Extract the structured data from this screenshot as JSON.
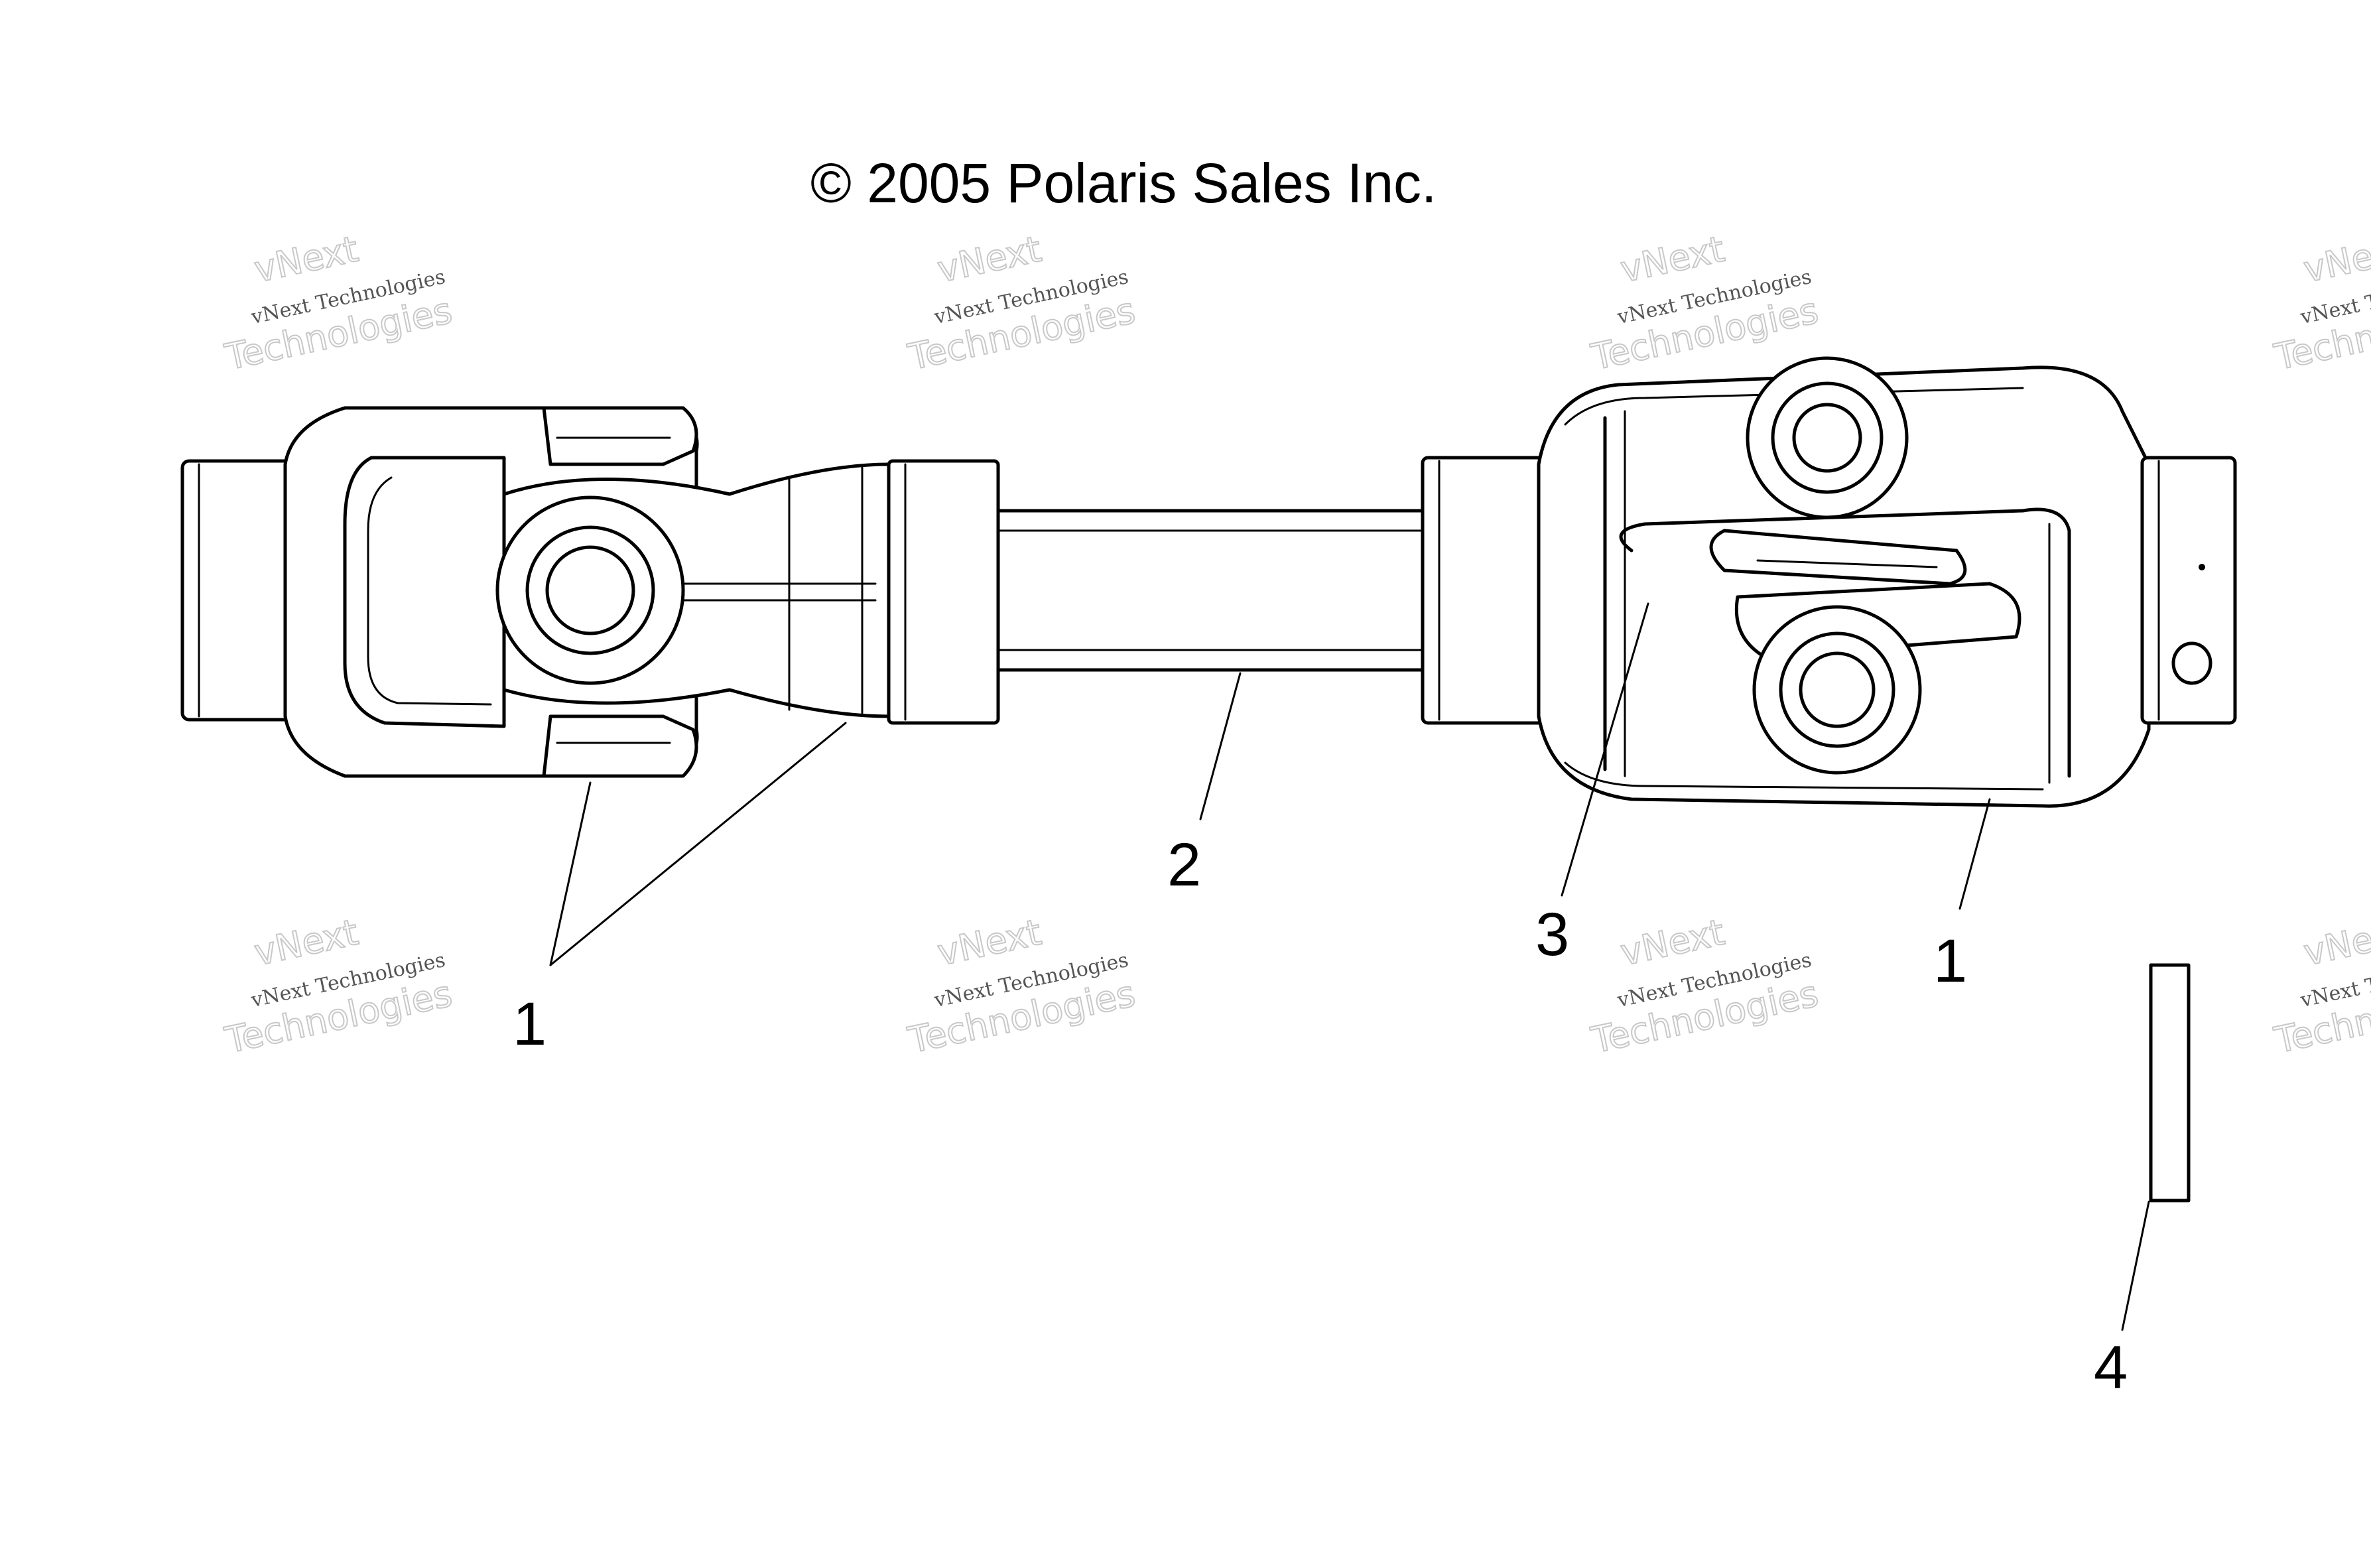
{
  "copyright": "© 2005 Polaris Sales Inc.",
  "watermark": {
    "line1": "vNext",
    "line2": "vNext Technologies",
    "line3": "Technologies"
  },
  "callouts": [
    {
      "id": "1a",
      "label": "1"
    },
    {
      "id": "2",
      "label": "2"
    },
    {
      "id": "3",
      "label": "3"
    },
    {
      "id": "1b",
      "label": "1"
    },
    {
      "id": "4",
      "label": "4"
    }
  ]
}
